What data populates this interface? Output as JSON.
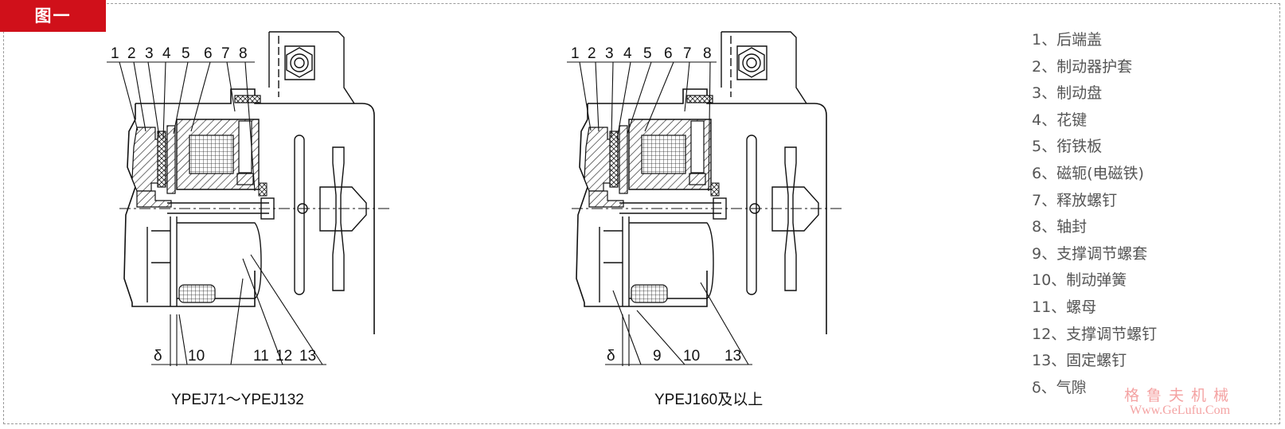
{
  "figure_tag": "图一",
  "left_diagram": {
    "caption": "YPEJ71～YPEJ132",
    "top_callouts": [
      "1",
      "2",
      "3",
      "4",
      "5",
      "6",
      "7",
      "8"
    ],
    "bottom_callouts": [
      "δ",
      "10",
      "11",
      "12",
      "13"
    ]
  },
  "right_diagram": {
    "caption": "YPEJ160及以上",
    "top_callouts": [
      "1",
      "2",
      "3",
      "4",
      "5",
      "6",
      "7",
      "8"
    ],
    "bottom_callouts": [
      "δ",
      "9",
      "10",
      "13"
    ]
  },
  "legend": [
    "1、后端盖",
    "2、制动器护套",
    "3、制动盘",
    "4、花键",
    "5、衔铁板",
    "6、磁轭(电磁铁)",
    "7、释放螺钉",
    "8、轴封",
    "9、支撑调节螺套",
    "10、制动弹簧",
    "11、螺母",
    "12、支撑调节螺钉",
    "13、固定螺钉",
    "δ、气隙"
  ],
  "watermark": {
    "chinese": "格鲁夫机械",
    "url": "Www.GeLufu.Com"
  },
  "colors": {
    "tag_bg": "#d0101a",
    "watermark": "#f4a3a3",
    "line": "#111111"
  }
}
